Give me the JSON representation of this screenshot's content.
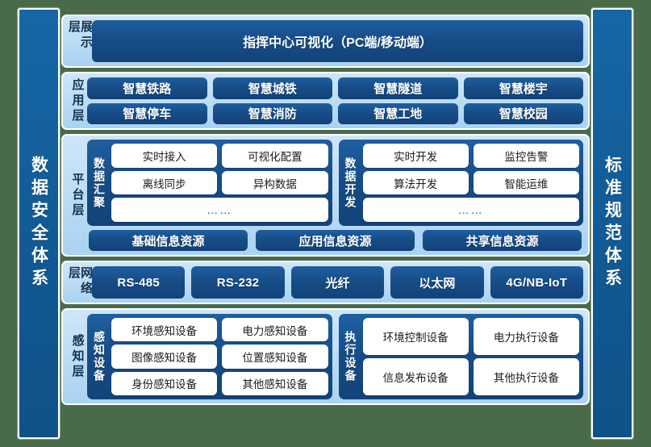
{
  "sides": {
    "left": {
      "label": "数据安全体系"
    },
    "right": {
      "label": "标准规范体系"
    }
  },
  "colors": {
    "background": "#4a6b4a",
    "pillar_blue": "#1264a0",
    "panel_light_blue": "#a9d3f2",
    "box_dark_blue": "#164c86",
    "chip_white": "#ffffff",
    "label_text": "#14314f"
  },
  "layers": [
    {
      "id": "display",
      "label": "展示层",
      "bar": "指挥中心可视化（PC端/移动端）"
    },
    {
      "id": "application",
      "label": "应用层",
      "rows": [
        [
          "智慧铁路",
          "智慧城铁",
          "智慧隧道",
          "智慧楼宇"
        ],
        [
          "智慧停车",
          "智慧消防",
          "智慧工地",
          "智慧校园"
        ]
      ]
    },
    {
      "id": "platform",
      "label": "平台层",
      "groups": [
        {
          "label": "数据汇聚",
          "rows": [
            [
              "实时接入",
              "可视化配置"
            ],
            [
              "离线同步",
              "异构数据"
            ]
          ],
          "ellipsis": "……"
        },
        {
          "label": "数据开发",
          "rows": [
            [
              "实时开发",
              "监控告警"
            ],
            [
              "算法开发",
              "智能运维"
            ]
          ],
          "ellipsis": "……"
        }
      ],
      "resources": [
        "基础信息资源",
        "应用信息资源",
        "共享信息资源"
      ]
    },
    {
      "id": "network",
      "label": "网络层",
      "items": [
        "RS-485",
        "RS-232",
        "光纤",
        "以太网",
        "4G/NB-IoT"
      ]
    },
    {
      "id": "sensing",
      "label": "感知层",
      "groups": [
        {
          "label": "感知设备",
          "rows": [
            [
              "环境感知设备",
              "电力感知设备"
            ],
            [
              "图像感知设备",
              "位置感知设备"
            ],
            [
              "身份感知设备",
              "其他感知设备"
            ]
          ]
        },
        {
          "label": "执行设备",
          "rows": [
            [
              "环境控制设备",
              "电力执行设备"
            ],
            [
              "信息发布设备",
              "其他执行设备"
            ]
          ]
        }
      ]
    }
  ]
}
